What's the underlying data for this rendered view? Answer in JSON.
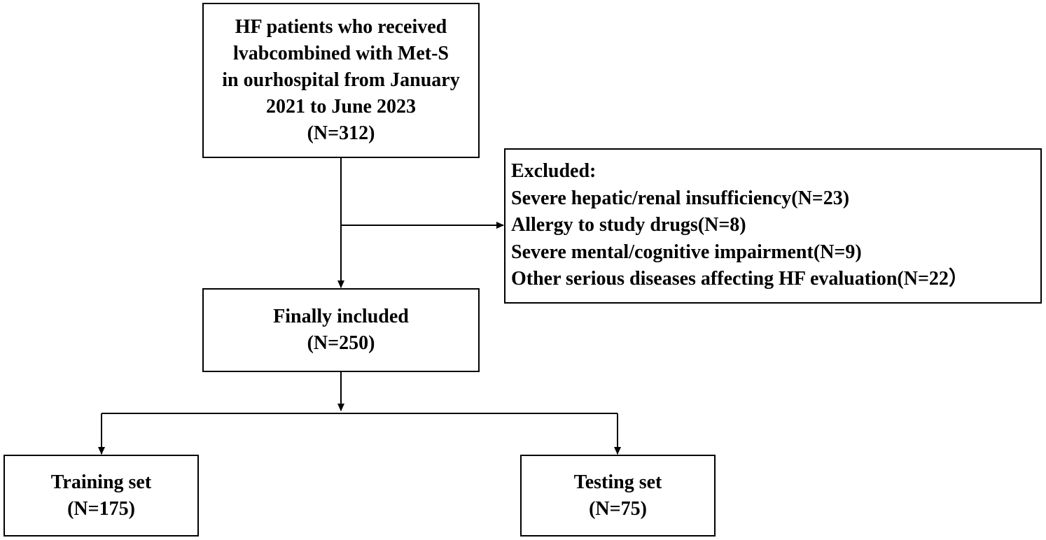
{
  "diagram": {
    "start_box": {
      "lines": [
        "HF patients who received",
        "lvabcombined with Met-S",
        "in ourhospital from January",
        "2021 to June 2023",
        "(N=312)"
      ]
    },
    "exclusion_box": {
      "heading": "Excluded:",
      "items": [
        "Severe hepatic/renal insufficiency(N=23)",
        "Allergy to study drugs(N=8)",
        "Severe mental/cognitive impairment(N=9)",
        "Other serious diseases affecting HF evaluation(N=22）"
      ]
    },
    "included_box": {
      "lines": [
        "Finally included",
        "(N=250)"
      ]
    },
    "training_box": {
      "lines": [
        "Training set",
        "(N=175)"
      ]
    },
    "testing_box": {
      "lines": [
        "Testing set",
        "(N=75)"
      ]
    }
  }
}
